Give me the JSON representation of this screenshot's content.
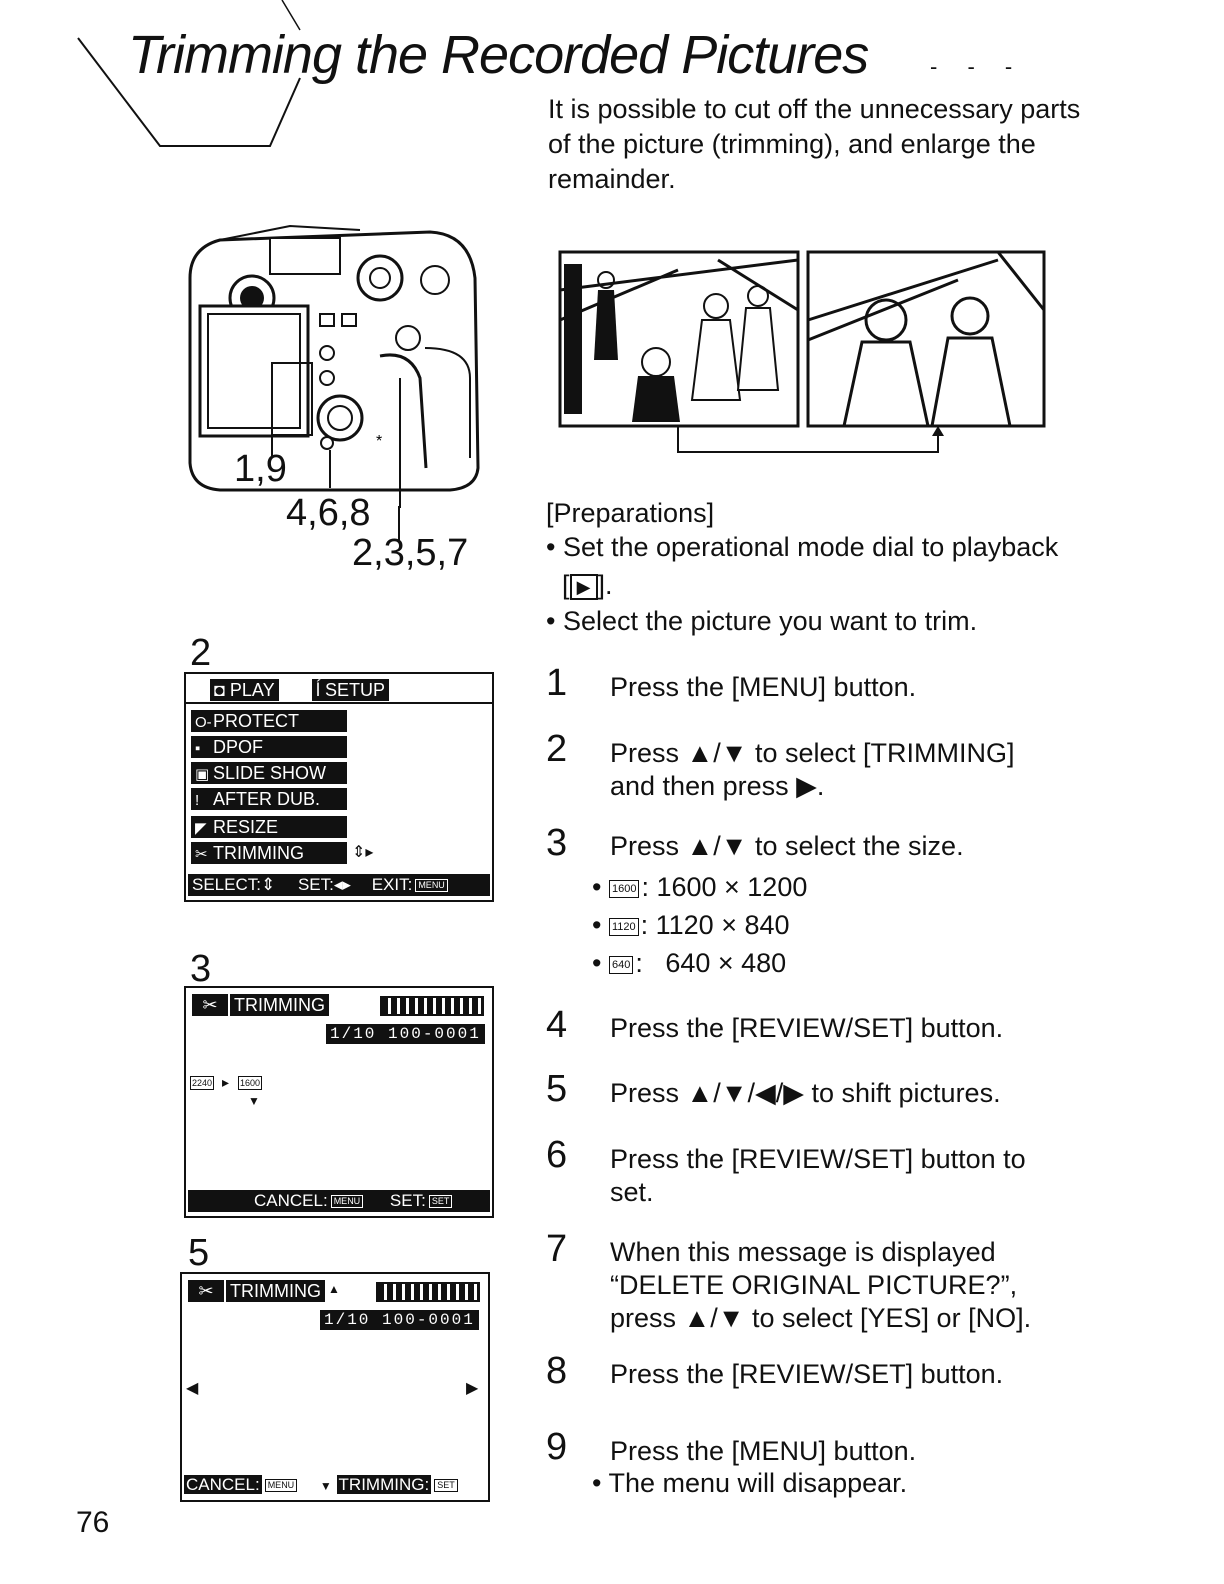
{
  "title": "Trimming the Recorded Pictures",
  "intro": "It is possible to cut off the unnecessary parts of the picture (trimming), and enlarge the remainder.",
  "camera_callouts": {
    "a": "1,9",
    "b": "4,6,8",
    "c": "2,3,5,7"
  },
  "figure_labels": {
    "fig2": "2",
    "fig3": "3",
    "fig5": "5"
  },
  "screen2": {
    "tabs": [
      "PLAY",
      "SETUP"
    ],
    "items": [
      "PROTECT",
      "DPOF",
      "SLIDE SHOW",
      "AFTER DUB.",
      "RESIZE",
      "TRIMMING"
    ],
    "bar_select": "SELECT:",
    "bar_set": "SET:",
    "bar_exit": "EXIT:",
    "menu_icon": "MENU"
  },
  "screen3": {
    "title": "TRIMMING",
    "counter": "1/10 100-0001",
    "from_size": "2240",
    "to_size": "1600",
    "cancel": "CANCEL:",
    "set": "SET:",
    "menu_icon": "MENU",
    "set_icon": "SET"
  },
  "screen5": {
    "title": "TRIMMING",
    "counter": "1/10 100-0001",
    "cancel": "CANCEL:",
    "trimming": "TRIMMING:",
    "menu_icon": "MENU",
    "set_icon": "SET"
  },
  "preparations": {
    "heading": "[Preparations]",
    "bullet1": "Set the operational mode dial to playback",
    "bullet1b": "].",
    "bullet2": "Select the picture you want to trim."
  },
  "steps": [
    {
      "num": "1",
      "text": "Press the [MENU] button."
    },
    {
      "num": "2",
      "text": "Press ▲/▼ to select [TRIMMING] and then press ▶."
    },
    {
      "num": "3",
      "text": "Press ▲/▼ to select the size."
    },
    {
      "num": "4",
      "text": "Press the [REVIEW/SET] button."
    },
    {
      "num": "5",
      "text": "Press ▲/▼/◀/▶ to shift pictures."
    },
    {
      "num": "6",
      "text": "Press the [REVIEW/SET] button to set."
    },
    {
      "num": "7",
      "text": "When this message is displayed “DELETE ORIGINAL PICTURE?”, press ▲/▼ to select [YES] or [NO]."
    },
    {
      "num": "8",
      "text": "Press the [REVIEW/SET] button."
    },
    {
      "num": "9",
      "text": "Press the [MENU] button."
    }
  ],
  "sizes": [
    {
      "icon": "1600",
      "value": ": 1600 × 1200"
    },
    {
      "icon": "1120",
      "value": ": 1120 × 840"
    },
    {
      "icon": "640",
      "value": ":   640 × 480"
    }
  ],
  "step9_note": "The menu will disappear.",
  "page_number": "76"
}
